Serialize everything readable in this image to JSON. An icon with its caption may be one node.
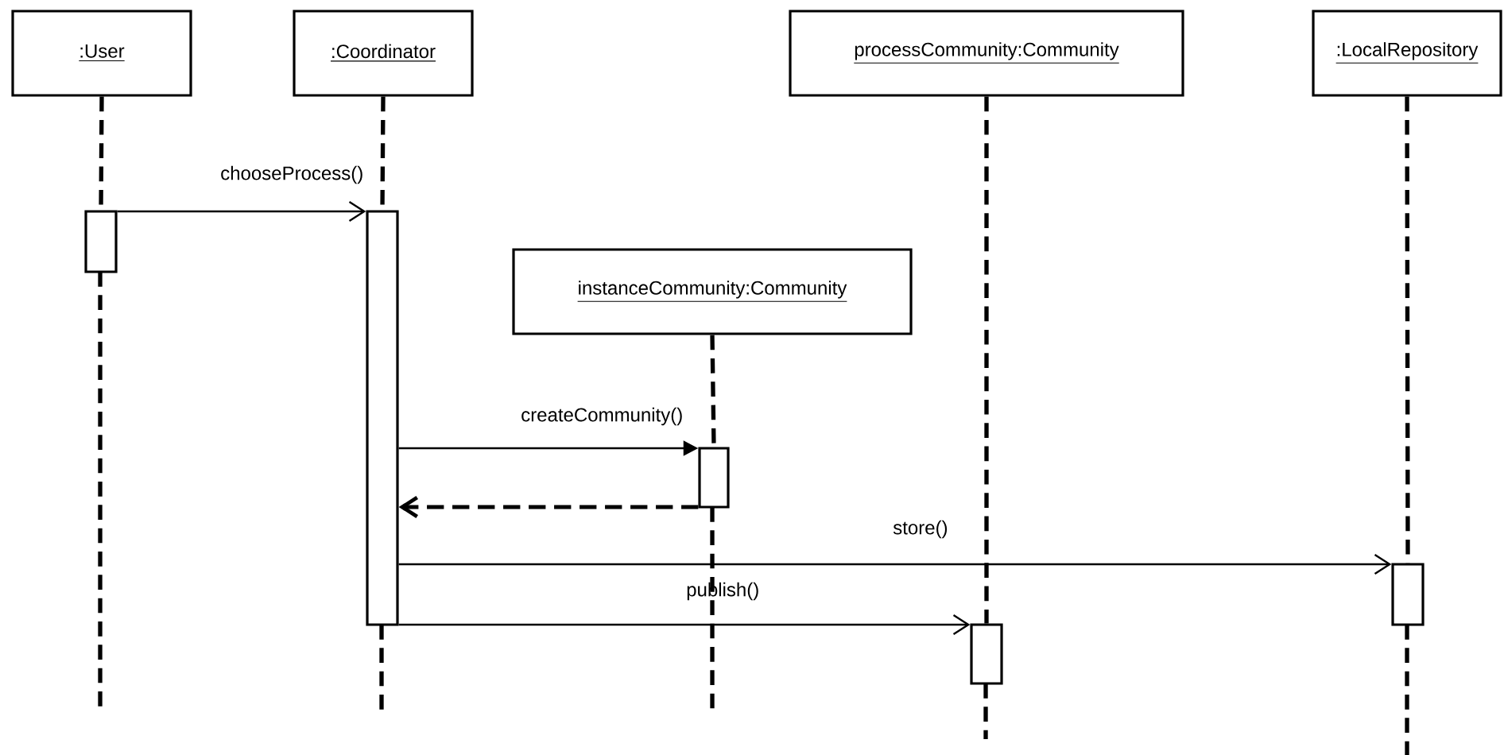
{
  "diagram": {
    "nodes": [
      {
        "text": [
          ":User"
        ]
      },
      {
        "text": [
          ":Coordinator"
        ]
      },
      {
        "text": [
          "processCommunity:Community"
        ]
      },
      {
        "text": [
          ":LocalRepository"
        ]
      },
      {
        "text": [
          "instanceCommunity:Community"
        ]
      },
      {
        "text": [],
        "shape": "bar"
      },
      {
        "text": [],
        "shape": "bar"
      },
      {
        "text": [],
        "shape": "bar"
      },
      {
        "text": [],
        "shape": "bar"
      },
      {
        "text": [],
        "shape": "bar"
      }
    ],
    "edges": [
      {
        "from": 0,
        "to": 5,
        "arrow": "none",
        "style": "dashed"
      },
      {
        "from": 1,
        "to": 6,
        "arrow": "none",
        "style": "dashed"
      },
      {
        "from": 4,
        "to": 7,
        "arrow": "none",
        "style": "dashed"
      },
      {
        "from": 2,
        "to": 9,
        "arrow": "none",
        "style": "dashed"
      },
      {
        "from": 3,
        "to": 8,
        "arrow": "none",
        "style": "dashed"
      },
      {
        "from": 5,
        "to": 6,
        "arrow": "to",
        "label": "chooseProcess()"
      },
      {
        "from": 6,
        "to": 7,
        "arrow": "to",
        "label": "createCommunity()"
      },
      {
        "from": 7,
        "to": 6,
        "arrow": "to",
        "style": "dashed"
      },
      {
        "from": 6,
        "to": 8,
        "arrow": "to",
        "label": "store()"
      },
      {
        "from": 6,
        "to": 9,
        "arrow": "to",
        "label": "publish()"
      }
    ]
  }
}
